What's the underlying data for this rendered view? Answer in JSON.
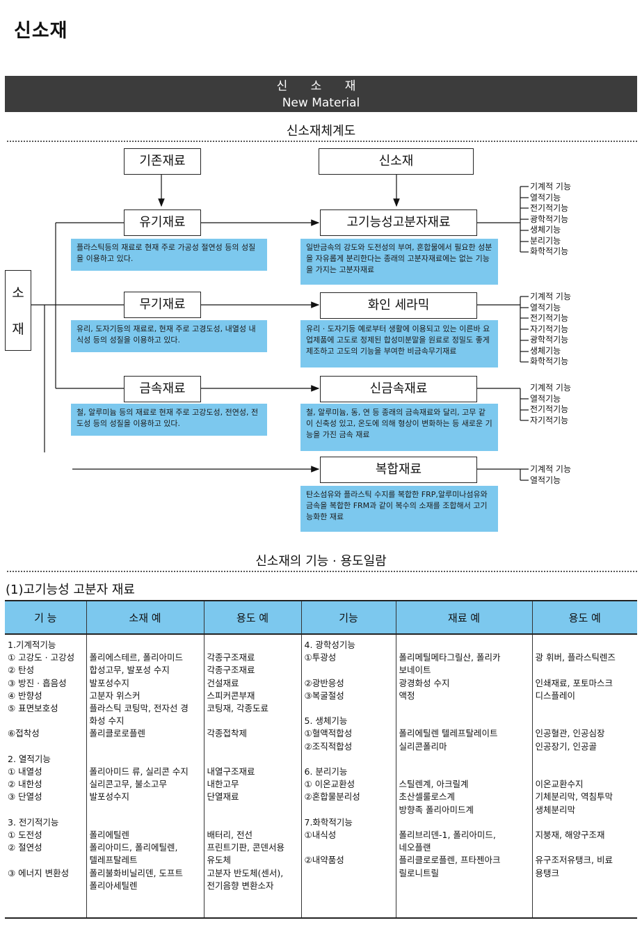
{
  "page_title": "신소재",
  "banner": {
    "line1": "신 소 재",
    "line2": "New Material"
  },
  "diagram": {
    "title": "신소재체계도",
    "root_label_1": "소",
    "root_label_2": "재",
    "existing_material": "기존재료",
    "new_material": "신소재",
    "rows": [
      {
        "left": "유기재료",
        "left_desc": "플라스틱등의 재료로 현재 주로 가공성 절연성 등의 성질을 이용하고 있다.",
        "right": "고기능성고분자재료",
        "right_desc": "일반금속의 강도와 도전성의 부여, 혼합물에서 필요한 성분을 자유롭게 분리한다는 종래의 고분자재료에는 없는 기능을 가지는 고분자재료",
        "functions": [
          "기계적 기능",
          "열적기능",
          "전기적기능",
          "광학적기능",
          "생체기능",
          "분리기능",
          "화학적기능"
        ]
      },
      {
        "left": "무기재료",
        "left_desc": "유리, 도자기등의 재료로, 현재 주로 고경도성, 내열성 내식성 등의 성질을 이용하고 있다.",
        "right": "화인 세라믹",
        "right_desc": "유리 · 도자기등 예로부터 생활에 이용되고 있는 이른바 요업제품에 고도로 정제된 합성미분말을 원료로 정밀도 좋게 제조하고 고도의 기능을 부여한 비금속무기재료",
        "functions": [
          "기계적 기능",
          "열적기능",
          "전기적기능",
          "자기적기능",
          "광학적기능",
          "생체기능",
          "화학적기능"
        ]
      },
      {
        "left": "금속재료",
        "left_desc": "철, 알루미늄 등의 재료로 현재 주로 고강도성, 전연성, 전도성 등의 성질을 이용하고 있다.",
        "right": "신금속재료",
        "right_desc": "철, 알루미늄, 동, 연 등 종래의 금속재료와 달리, 고무 같이 신축성 있고, 온도에 의해 형상이 변화하는 등 새로운 기능을 가진 금속 재료",
        "functions": [
          "기계적 기능",
          "열적기능",
          "전기적기능",
          "자기적기능"
        ]
      },
      {
        "left": "",
        "left_desc": "",
        "right": "복합재료",
        "right_desc": "탄소섬유와 플라스틱 수지를 복합한 FRP,알루미나섬유와 금속을 복합한 FRM과 같이 복수의 소재를 조합해서 고기능화한 재료",
        "functions": [
          "기계적 기능",
          "열적기능"
        ]
      }
    ]
  },
  "usage": {
    "title": "신소재의 기능 · 용도일람",
    "subtitle": "(1)고기능성 고분자 재료",
    "headers": [
      "기 능",
      "소재 예",
      "용도 예",
      "기능",
      "재료 예",
      "용도 예"
    ],
    "columns": [
      "1.기계적기능\n① 고강도 · 고강성\n② 탄성\n③ 방진 · 흡음성\n④ 반향성\n⑤ 표면보호성\n\n⑥접착성\n\n2. 열적기능\n① 내열성\n② 내한성\n③ 단열성\n\n3. 전기적기능\n① 도전성\n② 절연성\n\n③ 에너지 변환성",
      "\n폴리에스테르, 폴리아미드\n합성고무, 발포성 수지\n발포성수지\n고분자 위스커\n플라스틱 코팅막, 전자선 경\n화성 수지\n폴리클로로플렌\n\n\n폴리아미드 류, 실리콘 수지\n실리콘고무, 불소고무\n발포성수지\n\n\n폴리에틸렌\n폴리아미드, 폴리에틸렌,\n텔레프탈레트\n폴리불화비닐리덴, 도프트\n폴리아세틸렌",
      "\n각종구조재료\n각종구조재료\n건설재료\n스피커콘부재\n코팅재, 각종도료\n\n각종접착제\n\n\n내열구조재료\n내한고무\n단열재료\n\n\n배터리, 전선\n프린트기판, 콘덴서용\n유도체\n고분자 반도체(센서),\n전기음향 변환소자",
      "4. 광학성기능\n①투광성\n\n②광반응성\n③복굴절성\n\n5. 생체기능\n①혈액적합성\n②조직적합성\n\n6. 분리기능\n① 이온교환성\n②혼합물분리성\n\n7.화학적기능\n①내식성\n\n②내약품성",
      "\n폴리메틸메타그릴산, 폴리카\n보네이트\n광경화성 수지\n액정\n\n\n폴리에틸렌 텔레프탈레이트\n실리콘폴리마\n\n\n스틸렌계, 아크릴계\n초산셀룰로스계\n방향족 폴리아미드계\n\n폴리브리덴-1, 폴리아미드,\n네오플랜\n플리클로로플렌, 프타젠아크\n릴로니트릴",
      "\n광 휘버, 플라스틱렌즈\n\n인쇄재료, 포토마스크\n디스플레이\n\n\n인공혈관, 인공심장\n인공장기, 인공골\n\n\n이온교환수지\n기체분리막, 역침투막\n생체분리막\n\n지붕재, 해양구조재\n\n유구조저유탱크, 비료\n용탱크"
    ]
  },
  "colors": {
    "banner_bg": "#3c3c3c",
    "accent_blue": "#7cc8ee"
  }
}
